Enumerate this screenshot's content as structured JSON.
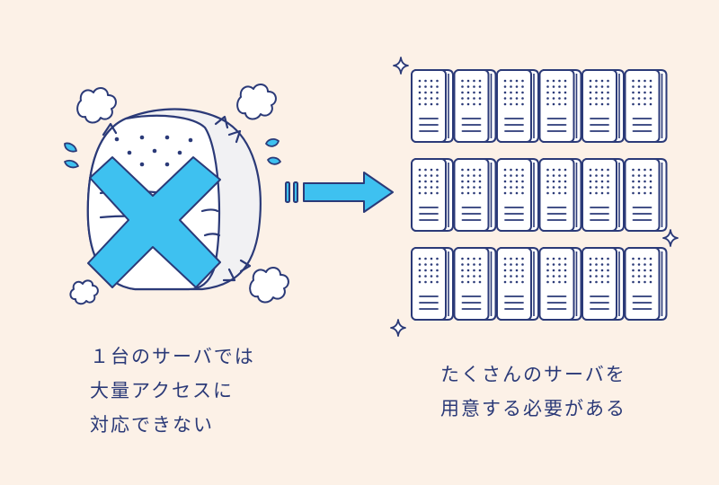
{
  "diagram": {
    "left_caption": [
      "１台のサーバでは",
      "大量アクセスに",
      "対応できない"
    ],
    "right_caption": [
      "たくさんのサーバを",
      "用意する必要がある"
    ],
    "server_grid": {
      "rows": 3,
      "columns": 6
    },
    "colors": {
      "background": "#fcf1e7",
      "outline": "#2b3a78",
      "accent": "#3ec1f0",
      "server_fill": "#ffffff",
      "overloaded_server_fill": "#f1f1f3"
    },
    "icons": [
      "overloaded-server-icon",
      "cross-mark-icon",
      "arrow-right-icon",
      "server-icon",
      "sparkle-icon",
      "puff-cloud-icon",
      "sweat-drop-icon"
    ]
  }
}
